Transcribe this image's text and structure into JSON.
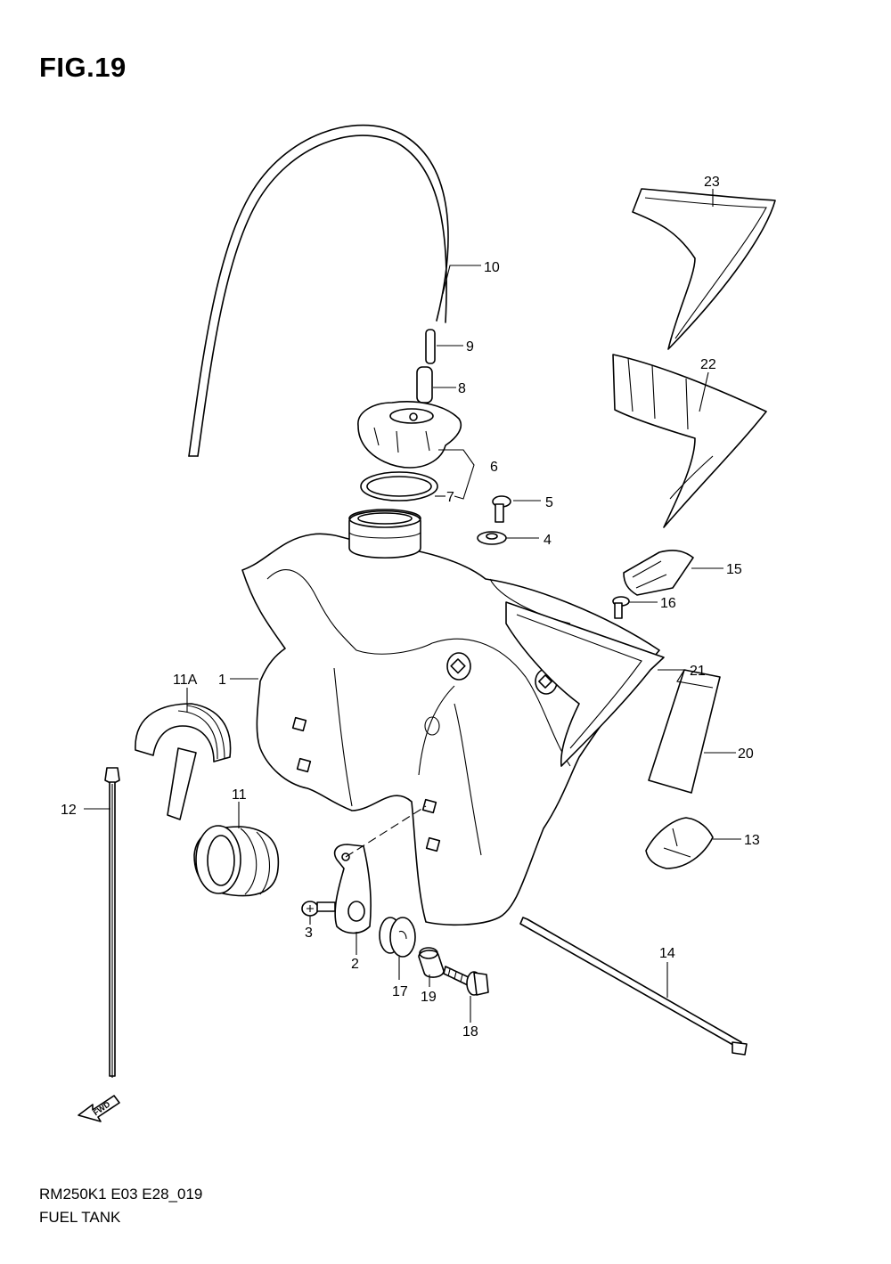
{
  "figure": {
    "title": "FIG.19",
    "code": "RM250K1 E03 E28_019",
    "name": "FUEL TANK",
    "fwd_arrow_text": "FWD"
  },
  "callouts": {
    "p1": "1",
    "p2": "2",
    "p3": "3",
    "p4": "4",
    "p5": "5",
    "p6": "6",
    "p7": "7",
    "p8": "8",
    "p9": "9",
    "p10": "10",
    "p11": "11",
    "p11a": "11A",
    "p12": "12",
    "p13": "13",
    "p14": "14",
    "p15": "15",
    "p16": "16",
    "p17": "17",
    "p18": "18",
    "p19": "19",
    "p20": "20",
    "p21": "21",
    "p22": "22",
    "p23": "23"
  }
}
